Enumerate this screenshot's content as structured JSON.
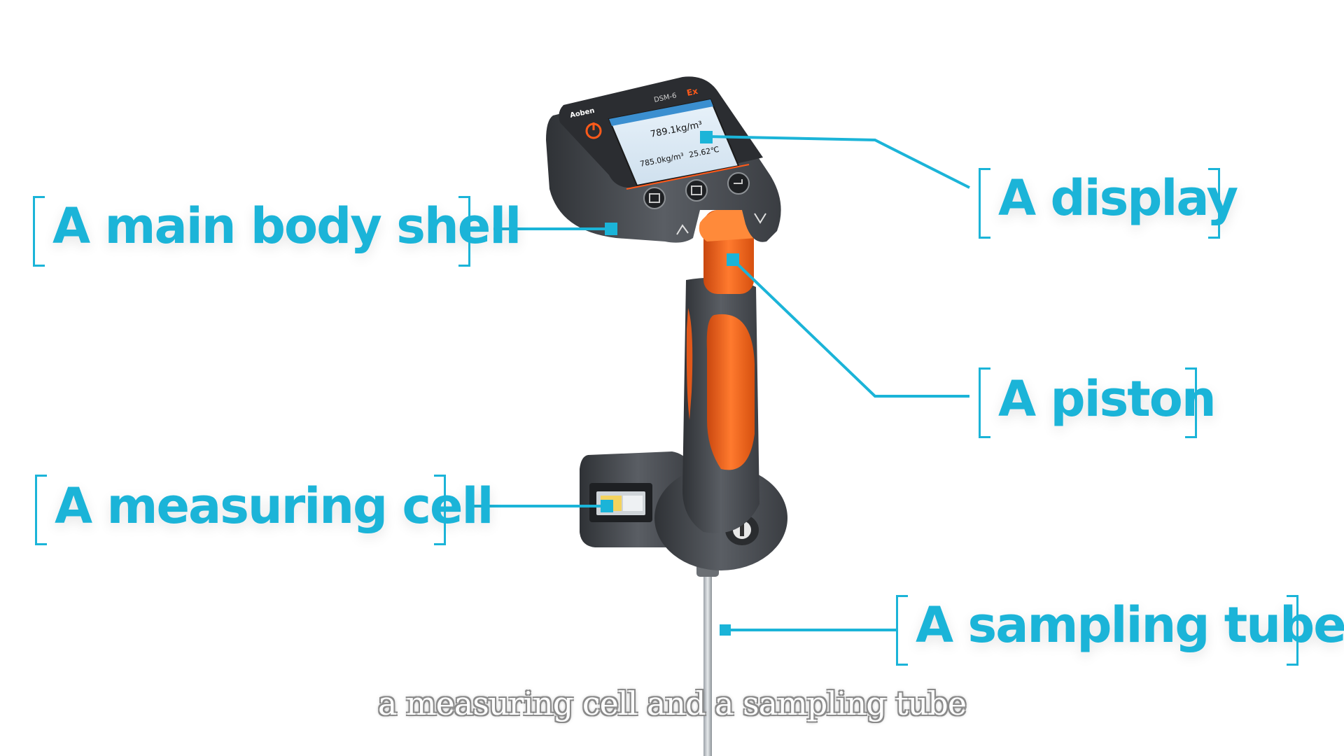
{
  "labels": {
    "main_body_shell": "A main body shell",
    "display": "A display",
    "piston": "A piston",
    "measuring_cell": "A measuring cell",
    "sampling_tube": "A sampling tube"
  },
  "subtitle": "a measuring cell and a sampling tube",
  "device": {
    "brand": "Aoben",
    "model": "DSM-6",
    "ex_mark": "Ex",
    "screen": {
      "reading_main": "789.1kg/m³",
      "reading_secondary": "785.0kg/m³",
      "temperature": "25.62℃"
    }
  },
  "colors": {
    "accent": "#1bb4d8",
    "body": "#4a4d52",
    "grip": "#f0601a",
    "background": "#ffffff"
  }
}
